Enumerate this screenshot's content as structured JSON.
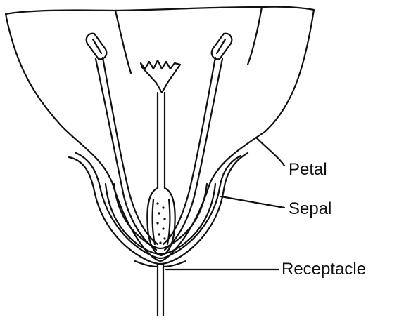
{
  "labels": {
    "petal": "Petal",
    "sepal": "Sepal",
    "receptacle": "Receptacle"
  },
  "colors": {
    "line": "#111111",
    "background": "#ffffff"
  }
}
